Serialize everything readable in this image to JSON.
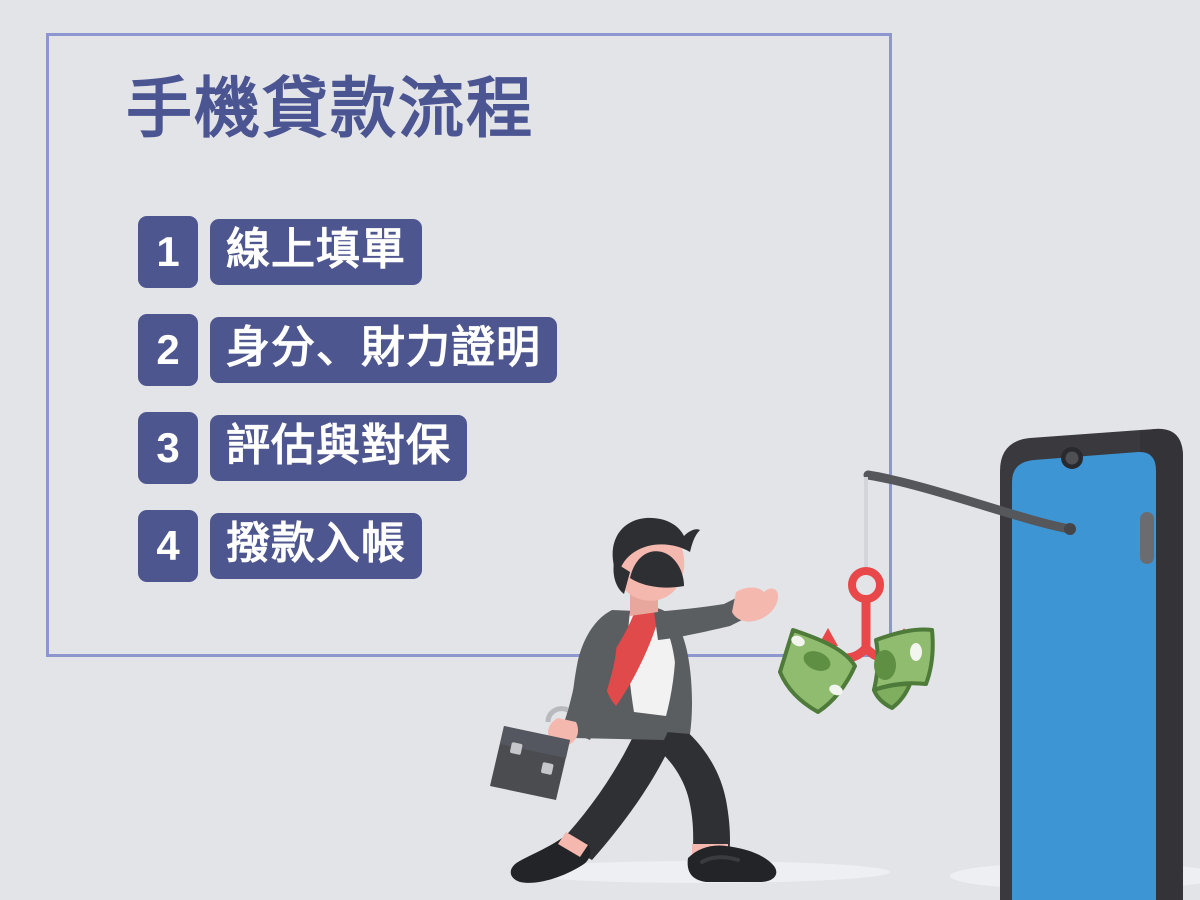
{
  "page": {
    "title": "手機貸款流程",
    "background_color": "#e3e4e8",
    "frame_border_color": "#8e96cf",
    "accent_color": "#4e568f",
    "title_color": "#4b5591"
  },
  "steps": [
    {
      "number": "1",
      "label": "線上填單"
    },
    {
      "number": "2",
      "label": "身分、財力證明"
    },
    {
      "number": "3",
      "label": "評估與對保"
    },
    {
      "number": "4",
      "label": "撥款入帳"
    }
  ],
  "illustration": {
    "businessman": {
      "name": "walking-businessman",
      "suit_color": "#5a5e61",
      "shirt_color": "#f2f2f2",
      "tie_color": "#e04a4a",
      "trousers_color": "#2f3033",
      "skin_color": "#f4b8ae",
      "hair_color": "#2e2f33",
      "briefcase_color": "#4a4c50"
    },
    "phone": {
      "name": "smartphone",
      "frame_color": "#3a3a3e",
      "screen_color": "#3d95d4",
      "button_color": "#6a6c70"
    },
    "hook": {
      "name": "fishing-hook",
      "color": "#e8484a",
      "line_color": "#d7d8dc",
      "rod_color": "#55575b"
    },
    "money": {
      "name": "banknotes",
      "fill_color": "#8fbc6e",
      "stroke_color": "#4e7a3a",
      "detail_color": "#5f8f43"
    },
    "shadow_color": "#eeeff2"
  }
}
